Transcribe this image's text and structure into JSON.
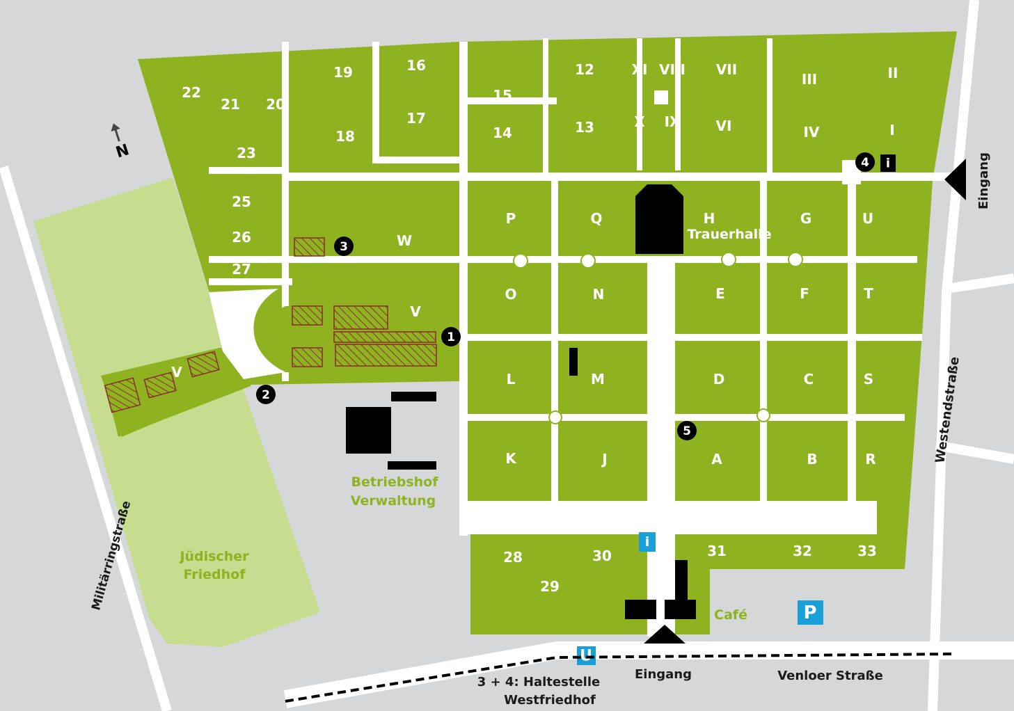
{
  "colors": {
    "background": "#d6d7d8",
    "cemetery": "#8fb320",
    "path": "#ffffff",
    "jewish_cemetery": "#c6dc8f",
    "building": "#000000",
    "info_blue": "#1aa0d8",
    "hatch": "#8b2a2a",
    "road": "#ffffff"
  },
  "compass": {
    "north": "N"
  },
  "fields": {
    "n22": "22",
    "n21": "21",
    "n20": "20",
    "n19": "19",
    "n18": "18",
    "n16": "16",
    "n17": "17",
    "n15": "15",
    "n14": "14",
    "n12": "12",
    "n13": "13",
    "n23": "23",
    "n25": "25",
    "n26": "26",
    "n27": "27",
    "rXI": "XI",
    "rVIII": "VIII",
    "rX": "X",
    "rIX": "IX",
    "rVII": "VII",
    "rVI": "VI",
    "rIII": "III",
    "rII": "II",
    "rIV": "IV",
    "rI": "I",
    "P": "P",
    "Q": "Q",
    "H": "H",
    "G": "G",
    "U": "U",
    "W": "W",
    "O": "O",
    "N": "N",
    "E": "E",
    "F": "F",
    "T": "T",
    "V1": "V",
    "V2": "V",
    "L": "L",
    "M": "M",
    "D": "D",
    "C": "C",
    "S": "S",
    "K": "K",
    "J": "J",
    "A": "A",
    "B": "B",
    "R": "R",
    "n28": "28",
    "n30": "30",
    "n29": "29",
    "n31": "31",
    "n32": "32",
    "n33": "33"
  },
  "markers": {
    "m1": "1",
    "m2": "2",
    "m3": "3",
    "m4": "4",
    "m5": "5"
  },
  "labels": {
    "trauerhalle": "Trauerhalle",
    "betriebshof": "Betriebshof",
    "verwaltung": "Verwaltung",
    "juedischer": "Jüdischer",
    "friedhof": "Friedhof",
    "cafe": "Café",
    "eingang_east": "Eingang",
    "eingang_south": "Eingang",
    "westendstrasse": "Westendstraße",
    "militaerring": "Militärringstraße",
    "venloer": "Venloer Straße",
    "haltestelle_1": "3 + 4: Haltestelle",
    "haltestelle_2": "Westfriedhof",
    "info": "i",
    "parking": "P",
    "ubahn": "U"
  }
}
